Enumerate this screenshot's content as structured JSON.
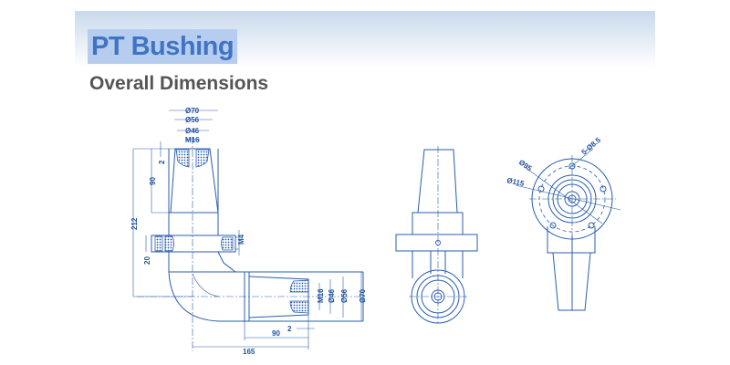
{
  "header": {
    "title": "PT Bushing",
    "subtitle": "Overall Dimensions"
  },
  "drawing": {
    "front_view": {
      "d70_top": "Ø70",
      "d56_top": "Ø56",
      "d46_top": "Ø46",
      "m16_top": "M16",
      "dim_2_top": "2",
      "dim_90_v": "90",
      "dim_212": "212",
      "dim_20": "20",
      "m4": "M4",
      "m16_side": "M16",
      "d46_side": "Ø46",
      "d56_side": "Ø56",
      "d70_side": "Ø70",
      "dim_2_bottom": "2",
      "dim_90_h": "90",
      "dim_165": "165"
    },
    "top_view": {
      "d95": "Ø95",
      "holes": "5-Ø8.5",
      "d115": "Ø115"
    }
  },
  "colors": {
    "line": "#2a5dae",
    "title": "#3f74c4",
    "title_bg": "#b7cdef"
  }
}
